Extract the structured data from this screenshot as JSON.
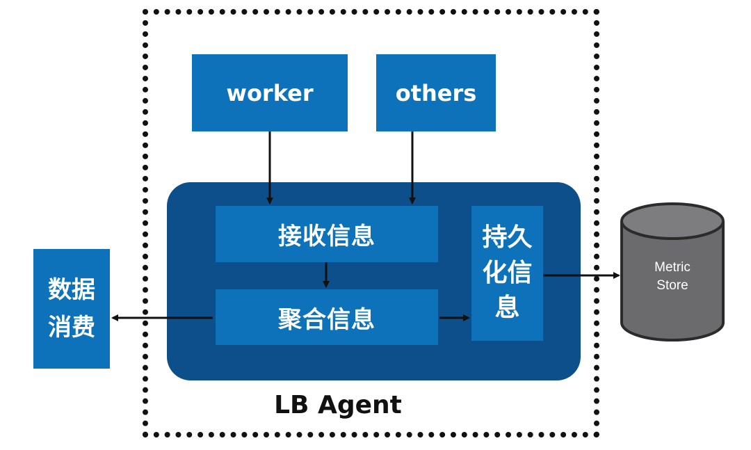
{
  "nodes": {
    "worker": "worker",
    "others": "others",
    "receive": "接收信息",
    "aggregate": "聚合信息",
    "persist": "持久化信息",
    "consume": "数据消费",
    "store_line1": "Metric",
    "store_line2": "Store"
  },
  "agent_label": "LB Agent",
  "colors": {
    "box": "#0d72b9",
    "panel": "#0c4f8a",
    "cylinder": "#6b6b6d",
    "cylinder_top": "#7d7d7f",
    "arrow": "#111111"
  },
  "edges": [
    {
      "from": "worker",
      "to": "receive"
    },
    {
      "from": "others",
      "to": "receive"
    },
    {
      "from": "receive",
      "to": "aggregate"
    },
    {
      "from": "aggregate",
      "to": "persist"
    },
    {
      "from": "aggregate",
      "to": "consume"
    },
    {
      "from": "persist",
      "to": "store"
    }
  ]
}
